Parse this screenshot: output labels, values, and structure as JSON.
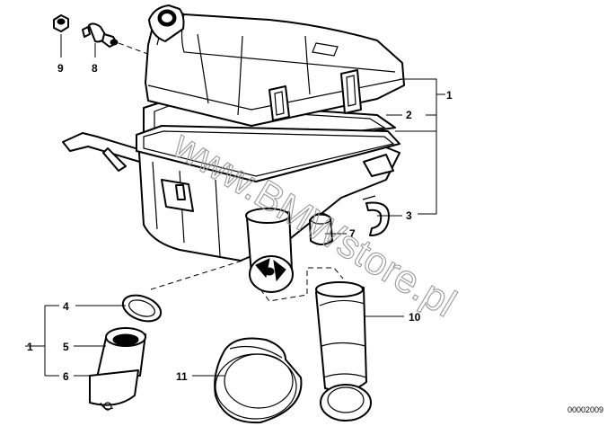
{
  "callouts": {
    "p1_top": "1",
    "p2": "2",
    "p3": "3",
    "p7": "7",
    "p8": "8",
    "p9": "9",
    "p10": "10",
    "p11": "11",
    "p4": "4",
    "p5": "5",
    "p6": "6",
    "p1_bottom": "1"
  },
  "watermark": "www.BMWstore.pl",
  "doc_number": "00002009"
}
